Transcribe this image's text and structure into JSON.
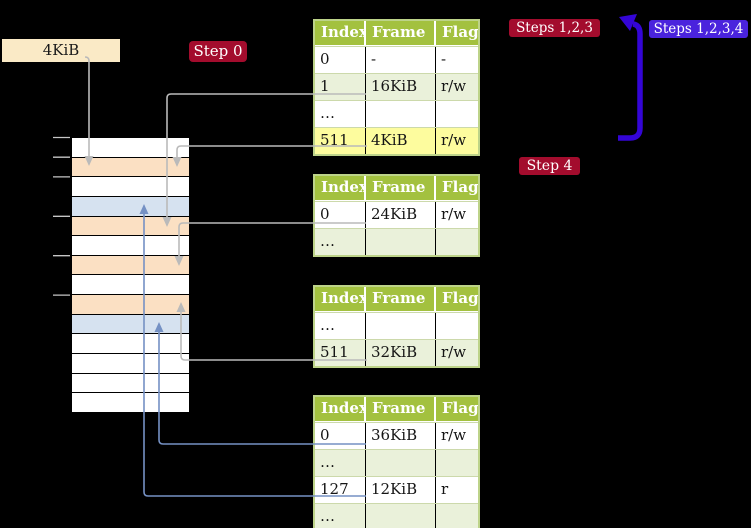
{
  "size_label": "4KiB",
  "badges": {
    "step0": {
      "label": "Step 0"
    },
    "steps123": {
      "label": "Steps 1,2,3"
    },
    "steps1234": {
      "label": "Steps 1,2,3,4"
    },
    "step4": {
      "label": "Step 4"
    }
  },
  "colors": {
    "badge_red": "#a30c2d",
    "badge_blue": "#4a23dd",
    "loop_arrow_blue": "#3405d6",
    "thin_arrow_blue": "#7591c4",
    "arrow_gray": "#bababa",
    "table_header_green": "#a3c13f",
    "table_row_green": "#eaf1da",
    "highlight_yellow": "#fdfc9e",
    "memory_frame_orange": "#fbe0c3",
    "memory_frame_blue": "#d6e2f0",
    "label_box_cream": "#faeac6"
  },
  "memory": {
    "rows": [
      {
        "color": "white"
      },
      {
        "color": "orange"
      },
      {
        "color": "white"
      },
      {
        "color": "blue"
      },
      {
        "color": "orange"
      },
      {
        "color": "white"
      },
      {
        "color": "orange"
      },
      {
        "color": "white"
      },
      {
        "color": "orange"
      },
      {
        "color": "blue"
      },
      {
        "color": "white"
      },
      {
        "color": "white"
      },
      {
        "color": "white"
      },
      {
        "color": "white"
      }
    ]
  },
  "tables": [
    {
      "headers": [
        "Index",
        "Frame",
        "Flags"
      ],
      "rows": [
        {
          "cells": [
            "0",
            "-",
            "-"
          ]
        },
        {
          "cells": [
            "1",
            "16KiB",
            "r/w"
          ]
        },
        {
          "cells": [
            "…",
            "",
            ""
          ]
        },
        {
          "cells": [
            "511",
            "4KiB",
            "r/w"
          ],
          "highlight": true
        }
      ]
    },
    {
      "headers": [
        "Index",
        "Frame",
        "Flags"
      ],
      "rows": [
        {
          "cells": [
            "0",
            "24KiB",
            "r/w"
          ]
        },
        {
          "cells": [
            "…",
            "",
            ""
          ]
        }
      ]
    },
    {
      "headers": [
        "Index",
        "Frame",
        "Flags"
      ],
      "rows": [
        {
          "cells": [
            "…",
            "",
            ""
          ]
        },
        {
          "cells": [
            "511",
            "32KiB",
            "r/w"
          ]
        }
      ]
    },
    {
      "headers": [
        "Index",
        "Frame",
        "Flags"
      ],
      "rows": [
        {
          "cells": [
            "0",
            "36KiB",
            "r/w"
          ]
        },
        {
          "cells": [
            "…",
            "",
            ""
          ]
        },
        {
          "cells": [
            "127",
            "12KiB",
            "r"
          ]
        },
        {
          "cells": [
            "…",
            "",
            ""
          ]
        }
      ]
    }
  ]
}
